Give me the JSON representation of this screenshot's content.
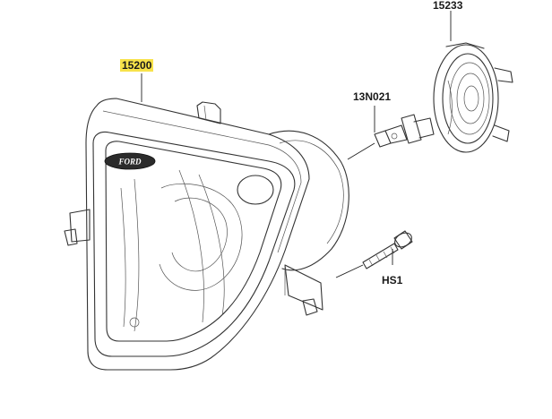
{
  "callouts": {
    "headlamp": "15200",
    "headlamp_highlight": "#f7e24a",
    "socket_cover": "15233",
    "bulb": "13N021",
    "screw": "HS1"
  },
  "headlamp_logo": "FORD"
}
